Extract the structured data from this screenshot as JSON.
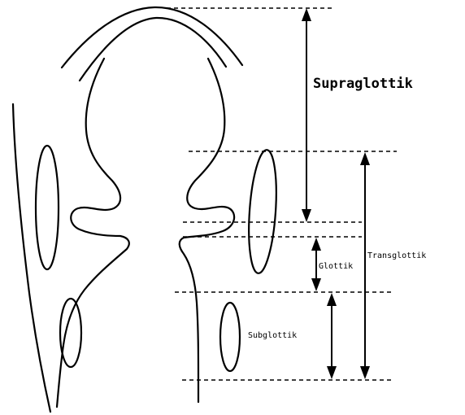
{
  "diagram": {
    "labels": {
      "supraglottik": "Supraglottik",
      "transglottik": "Transglottik",
      "glottik": "Glottik",
      "subglottik": "Subglottik"
    }
  }
}
